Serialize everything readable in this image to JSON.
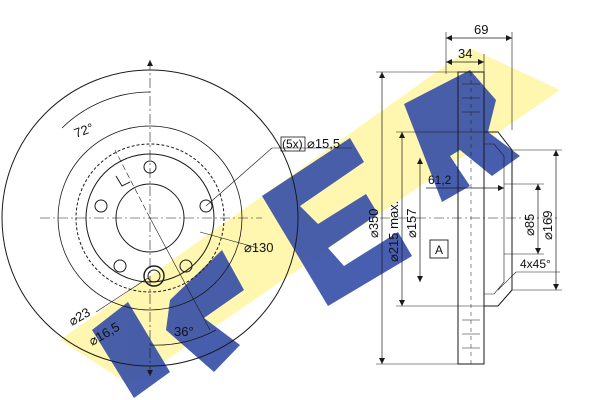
{
  "watermark": {
    "text": "ICER",
    "colors": {
      "blue": "#3850a8",
      "yellow": "#fff7b0"
    }
  },
  "front_view": {
    "labels": {
      "angle_72": "72°",
      "holes_callout": "(5x)",
      "hole_diameter": "⌀15,5",
      "pcd": "⌀130",
      "bore_23": "⌀23",
      "bore_16": "⌀16,5",
      "angle_36": "36°"
    }
  },
  "side_view": {
    "labels": {
      "width_69": "69",
      "width_34": "34",
      "dia_350": "⌀350",
      "dia_215": "⌀215 max.",
      "dia_157": "⌀157",
      "offset_61": "61,2",
      "datum": "A",
      "dia_85": "⌀85",
      "dia_169": "⌀169",
      "chamfer": "4x45°"
    }
  },
  "colors": {
    "line": "#1a1a1a",
    "thin": "#333333"
  }
}
